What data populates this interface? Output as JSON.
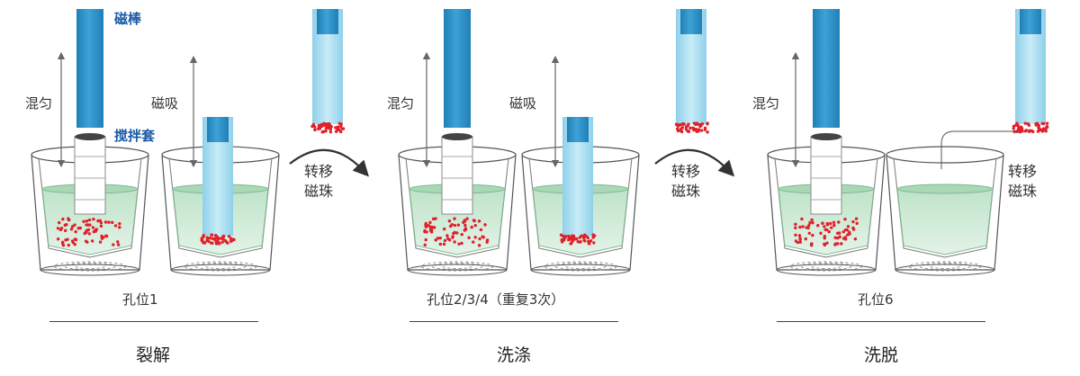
{
  "labels": {
    "magnetic_rod": "磁棒",
    "stir_sleeve": "搅拌套",
    "mix": "混匀",
    "magnetic_adsorb": "磁吸",
    "transfer_beads": [
      "转移",
      "磁珠"
    ]
  },
  "wells": {
    "well1": "孔位1",
    "well234": "孔位2/3/4（重复3次）",
    "well6": "孔位6"
  },
  "steps": {
    "lysis": "裂解",
    "wash": "洗涤",
    "elution": "洗脱"
  },
  "colors": {
    "rod_blue": "#2e8fc4",
    "rod_light": "#7fc6e4",
    "liquid_green": "#cfe8d6",
    "beads_red": "#e0202a",
    "label_blue": "#1a5aa6"
  }
}
